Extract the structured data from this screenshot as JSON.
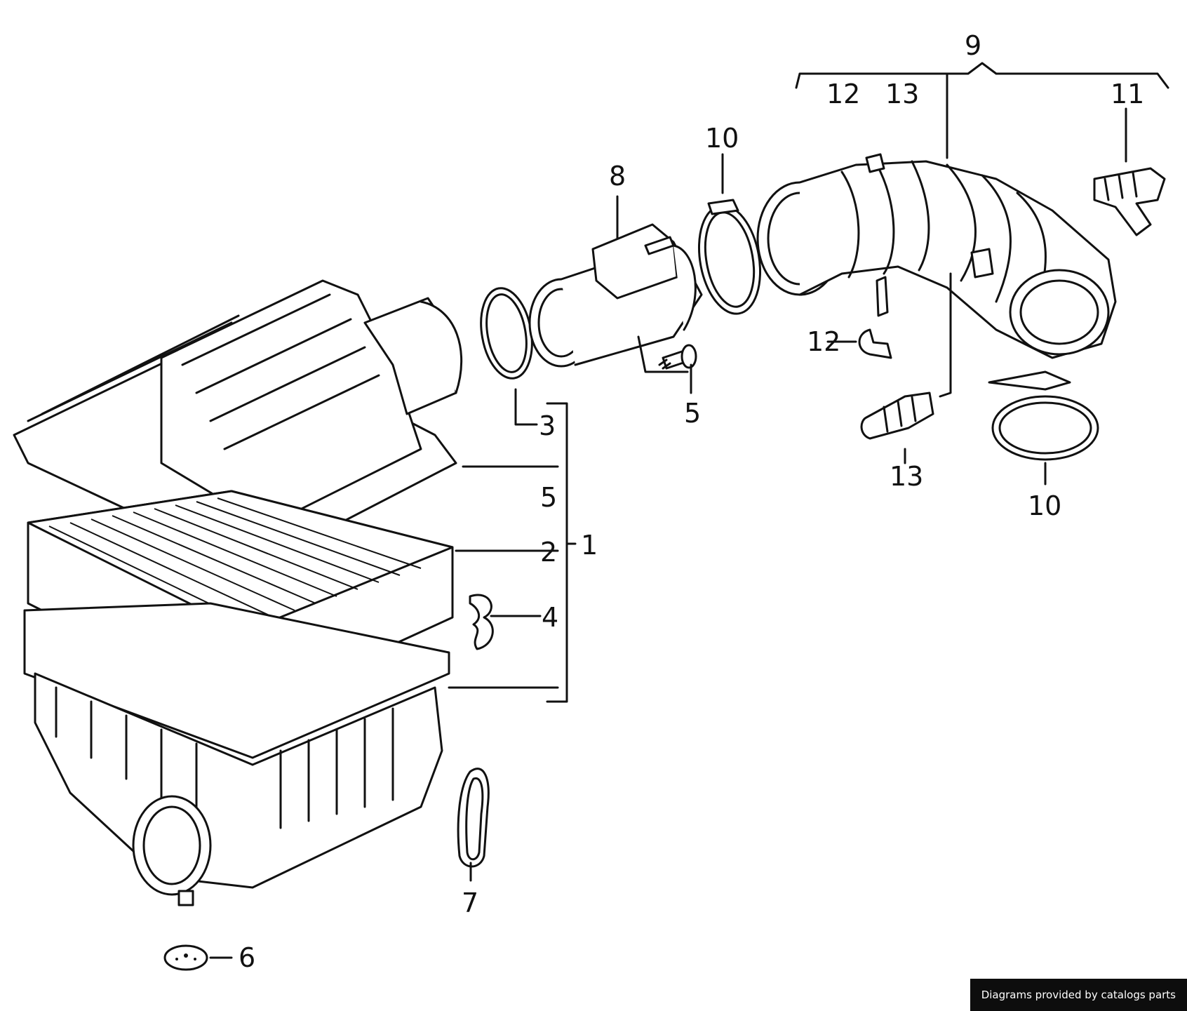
{
  "diagram": {
    "callouts": {
      "c1": "1",
      "c2": "2",
      "c3": "3",
      "c4": "4",
      "c5a": "5",
      "c5b": "5",
      "c6": "6",
      "c7": "7",
      "c8": "8",
      "c9": "9",
      "c10a": "10",
      "c10b": "10",
      "c11": "11",
      "c12a": "12",
      "c12b": "12",
      "c13a": "13",
      "c13b": "13"
    }
  },
  "footer": {
    "credit": "Diagrams provided by catalogs parts"
  }
}
